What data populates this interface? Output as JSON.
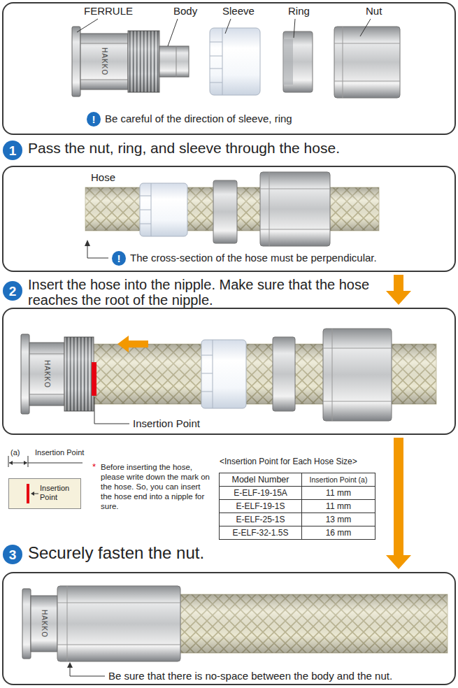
{
  "diagram": {
    "nodes": [
      {
        "text": [
          "FERRULE",
          "Body",
          "Sleeve",
          "Ring",
          "Nut",
          "Be careful of the direction of sleeve, ring"
        ]
      },
      {
        "text": [
          "!"
        ],
        "in": 0
      },
      {
        "text": [
          "1"
        ]
      },
      {
        "text": [
          "Pass the nut, ring, and sleeve through the hose.",
          "Hose",
          "The cross-section of the hose must be perpendicular."
        ]
      },
      {
        "text": [
          "!"
        ],
        "in": 3
      },
      {
        "text": [
          "2"
        ]
      },
      {
        "text": [
          "Insert the hose into the nipple. Make sure that the hose reaches the root of the nipple.",
          "Insertion Point"
        ]
      },
      {
        "text": [
          "Insertion Point"
        ]
      },
      {
        "text": [
          "3"
        ]
      },
      {
        "text": [
          "Securely fasten the nut.",
          "Be sure that there is no-space between the body and the nut."
        ]
      }
    ],
    "edges": [
      {
        "from": 3,
        "to": 6,
        "arrow": "to"
      },
      {
        "from": 6,
        "to": 9,
        "arrow": "to"
      }
    ],
    "labels": [
      "HAKKO",
      "HAKKO",
      "(a)",
      "Insertion Point",
      "*",
      "Before inserting the hose, please write down the mark on the hose. So, you can insert the hose end into a nipple for sure.",
      "<Insertion Point for Each Hose Size>",
      "Model Number",
      "Insertion Point (a)",
      "E-ELF-19-15A",
      "11 mm",
      "E-ELF-19-1S",
      "11 mm",
      "E-ELF-25-1S",
      "13 mm",
      "E-ELF-32-1.5S",
      "16 mm",
      "HAKKO"
    ]
  }
}
